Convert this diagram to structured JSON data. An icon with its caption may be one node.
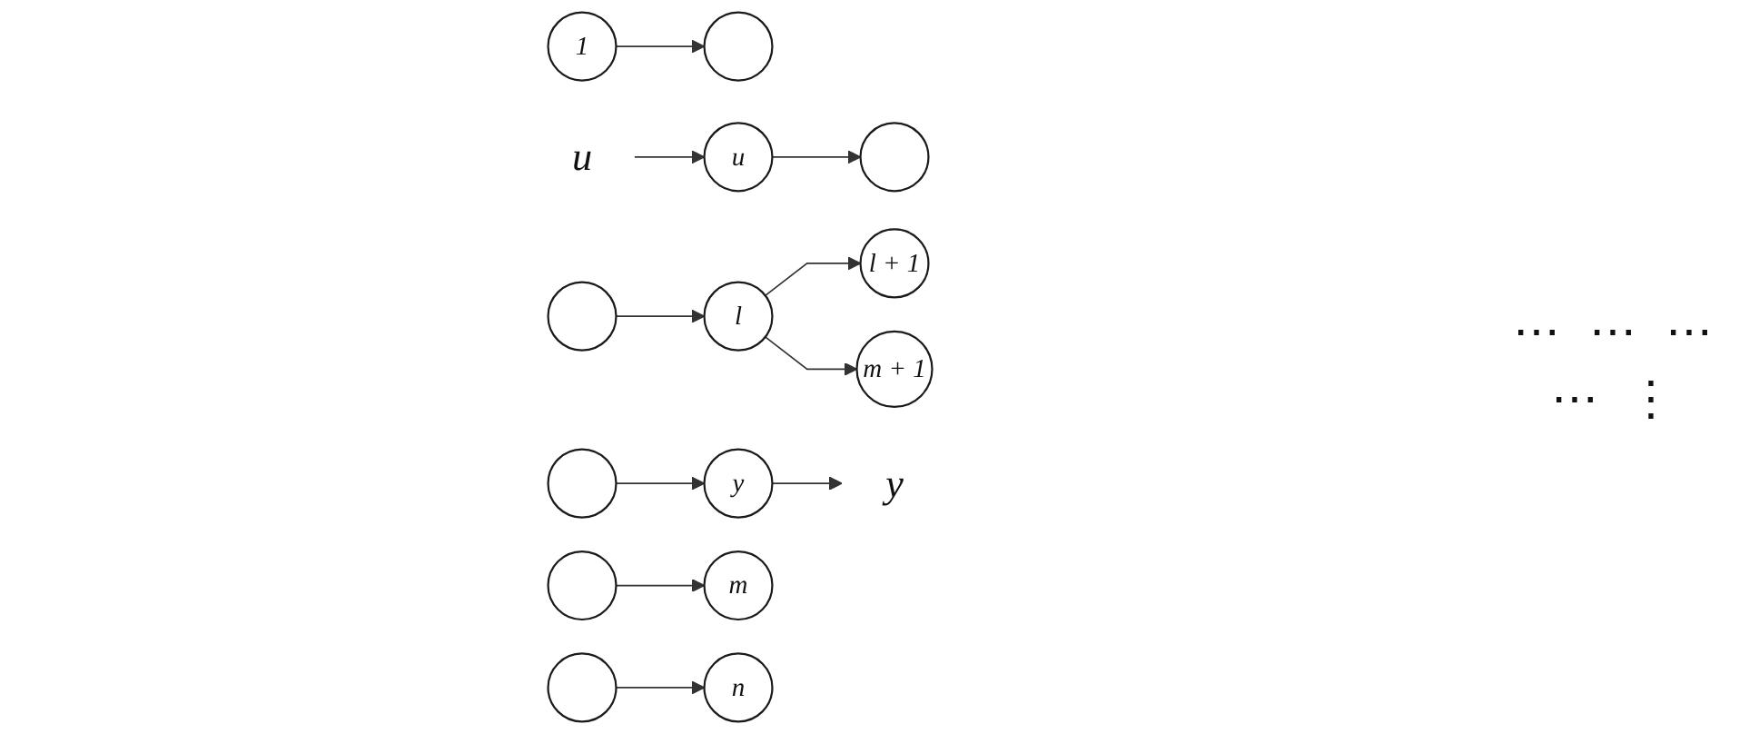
{
  "diagram": {
    "nodes": [
      {
        "text": [
          "u"
        ]
      },
      {
        "text": [
          "y"
        ]
      },
      {
        "text": [
          "1"
        ]
      },
      {
        "text": [],
        "shape": "circle"
      },
      {
        "text": [
          "u"
        ]
      },
      {
        "text": [],
        "shape": "circle"
      },
      {
        "text": [],
        "shape": "circle"
      },
      {
        "text": [
          "l"
        ]
      },
      {
        "text": [
          "l + 1"
        ]
      },
      {
        "text": [],
        "shape": "circle"
      },
      {
        "text": [
          "y"
        ]
      },
      {
        "text": [],
        "shape": "circle"
      },
      {
        "text": [
          "m"
        ]
      },
      {
        "text": [
          "m + 1"
        ]
      },
      {
        "text": [],
        "shape": "circle"
      },
      {
        "text": [
          "n"
        ]
      }
    ],
    "edges": [
      {
        "from": 0,
        "to": 4,
        "arrow": "to"
      },
      {
        "from": 2,
        "to": 3,
        "arrow": "to"
      },
      {
        "from": 4,
        "to": 5,
        "arrow": "to"
      },
      {
        "from": 6,
        "to": 7,
        "arrow": "to"
      },
      {
        "from": 7,
        "to": 8,
        "arrow": "to"
      },
      {
        "from": 7,
        "to": 13,
        "arrow": "to"
      },
      {
        "from": 9,
        "to": 10,
        "arrow": "to"
      },
      {
        "from": 10,
        "to": 1,
        "arrow": "to"
      },
      {
        "from": 11,
        "to": 12,
        "arrow": "to"
      },
      {
        "from": 14,
        "to": 15,
        "arrow": "to"
      }
    ],
    "labels": [
      "⋯",
      "⋯",
      "⋯",
      "⋯",
      "⋮"
    ]
  }
}
